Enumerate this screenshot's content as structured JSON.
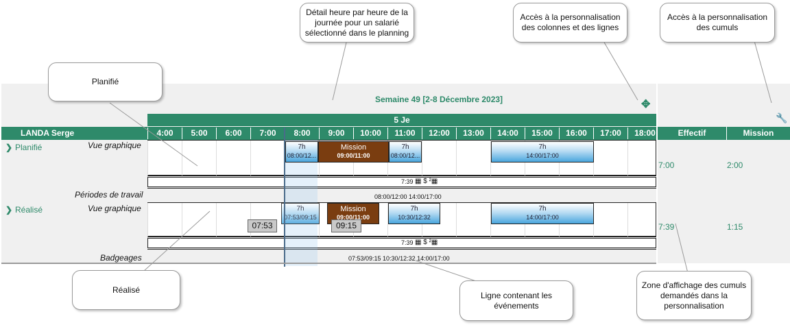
{
  "header": {
    "week": "Semaine 49 [2-8 Décembre 2023]",
    "day": "5 Je",
    "employee": "LANDA Serge",
    "hours": [
      "4:00",
      "5:00",
      "6:00",
      "7:00",
      "8:00",
      "9:00",
      "10:00",
      "11:00",
      "12:00",
      "13:00",
      "14:00",
      "15:00",
      "16:00",
      "17:00",
      "18:00"
    ],
    "cumul_headers": [
      "Effectif",
      "Mission"
    ]
  },
  "rows": {
    "planned_label": "Planifié",
    "planned_view": "Vue graphique",
    "work_periods": "Périodes de travail",
    "actual_label": "Réalisé",
    "actual_view": "Vue graphique",
    "badges_label": "Badgeages"
  },
  "planned_blocks": [
    {
      "t": "7h",
      "s": "08:00/12..."
    },
    {
      "t": "Mission",
      "s": "09:00/11:00"
    },
    {
      "t": "7h",
      "s": "08:00/12..."
    },
    {
      "t": "7h",
      "s": "14:00/17:00"
    }
  ],
  "actual_blocks": [
    {
      "t": "7h",
      "s": "07:53/09:15"
    },
    {
      "t": "Mission",
      "s": "09:00/11:00"
    },
    {
      "t": "7h",
      "s": "10:30/12:32"
    },
    {
      "t": "7h",
      "s": "14:00/17:00"
    }
  ],
  "planned_icons": "7:39",
  "actual_icons": "7:39",
  "planned_periods": "08:00/12:00   14:00/17:00",
  "actual_periods": "07:53/09:15   10:30/12:32   14:00/17:00",
  "badge_in": "07:53",
  "badge_out": "09:15",
  "cumuls": {
    "planned_effectif": "7:00",
    "planned_mission": "2:00",
    "actual_effectif": "7:39",
    "actual_mission": "1:15"
  },
  "callouts": {
    "hourly": "Détail heure par heure de la journée pour un salarié sélectionné dans le planning",
    "columns": "Accès à la personnalisation des colonnes et des lignes",
    "cumuls": "Accès à la personnalisation des cumuls",
    "planned": "Planifié",
    "actual": "Réalisé",
    "events": "Ligne contenant les événements",
    "zone": "Zone d'affichage des cumuls demandés dans la personnalisation"
  },
  "colors": {
    "accent": "#2e8a6a",
    "mission": "#7a3d10"
  }
}
